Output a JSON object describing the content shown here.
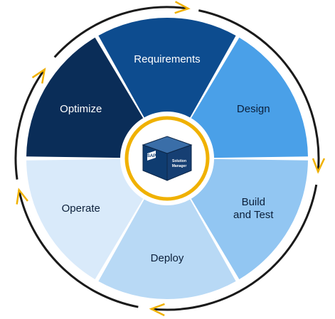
{
  "diagram": {
    "segments": [
      {
        "id": "requirements",
        "label_lines": [
          "Requirements"
        ],
        "fill": "#0d4c8f",
        "text_color": "#ffffff"
      },
      {
        "id": "design",
        "label_lines": [
          "Design"
        ],
        "fill": "#4aa0e8",
        "text_color": "#0b1f3a"
      },
      {
        "id": "build-and-test",
        "label_lines": [
          "Build",
          "and Test"
        ],
        "fill": "#92c6f2",
        "text_color": "#0b1f3a"
      },
      {
        "id": "deploy",
        "label_lines": [
          "Deploy"
        ],
        "fill": "#b8d9f5",
        "text_color": "#0b1f3a"
      },
      {
        "id": "operate",
        "label_lines": [
          "Operate"
        ],
        "fill": "#d9eafa",
        "text_color": "#0b1f3a"
      },
      {
        "id": "optimize",
        "label_lines": [
          "Optimize"
        ],
        "fill": "#0a2d58",
        "text_color": "#ffffff"
      }
    ],
    "center_badge": {
      "logo_text": "SAP",
      "product_lines": [
        "Solution",
        "Manager"
      ]
    },
    "colors": {
      "hub_ring": "#f0b100",
      "outer_ring": "#1a1a1a",
      "arrow_head": "#f0b100"
    },
    "icons": [
      "cycle-arrow-icon",
      "sap-cube-icon"
    ]
  }
}
